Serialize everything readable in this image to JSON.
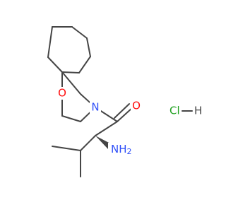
{
  "molecule": {
    "atoms": {
      "ring_oxygen": "O",
      "carbonyl_oxygen": "O",
      "ring_nitrogen": "N",
      "amine": "NH",
      "amine_h_count": "2",
      "hcl_cl": "Cl",
      "hcl_h": "H"
    },
    "colors": {
      "bond": "#454545",
      "oxygen": "#ff0d0d",
      "nitrogen": "#3050f8",
      "chlorine": "#1fa01f",
      "hydrogen": "#454545"
    }
  }
}
